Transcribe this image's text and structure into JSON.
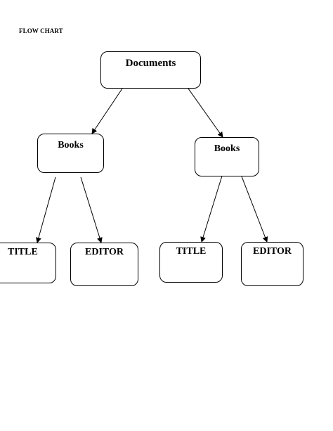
{
  "heading": "FLOW CHART",
  "nodes": {
    "documents": "Documents",
    "books_left": "Books",
    "books_right": "Books",
    "title_left": "TITLE",
    "editor_left": "EDITOR",
    "title_right": "TITLE",
    "editor_right": "EDITOR"
  },
  "colors": {
    "stroke": "#000000",
    "background": "#ffffff"
  }
}
